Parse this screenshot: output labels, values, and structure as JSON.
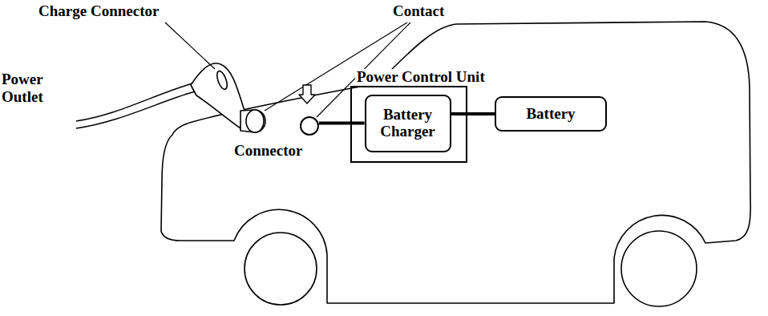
{
  "diagram": {
    "nodes": [
      {
        "text": [
          "Power Control Unit"
        ]
      },
      {
        "text": [
          "Battery Charger"
        ],
        "in": 0
      },
      {
        "text": [
          "Battery"
        ]
      },
      {
        "text": [
          "Connector"
        ]
      }
    ],
    "edges": [
      {
        "from": 3,
        "to": 1,
        "arrow": "none"
      },
      {
        "from": 1,
        "to": 2,
        "arrow": "none"
      }
    ],
    "labels": [
      "Charge Connector",
      "Contact",
      "Power Outlet"
    ]
  }
}
